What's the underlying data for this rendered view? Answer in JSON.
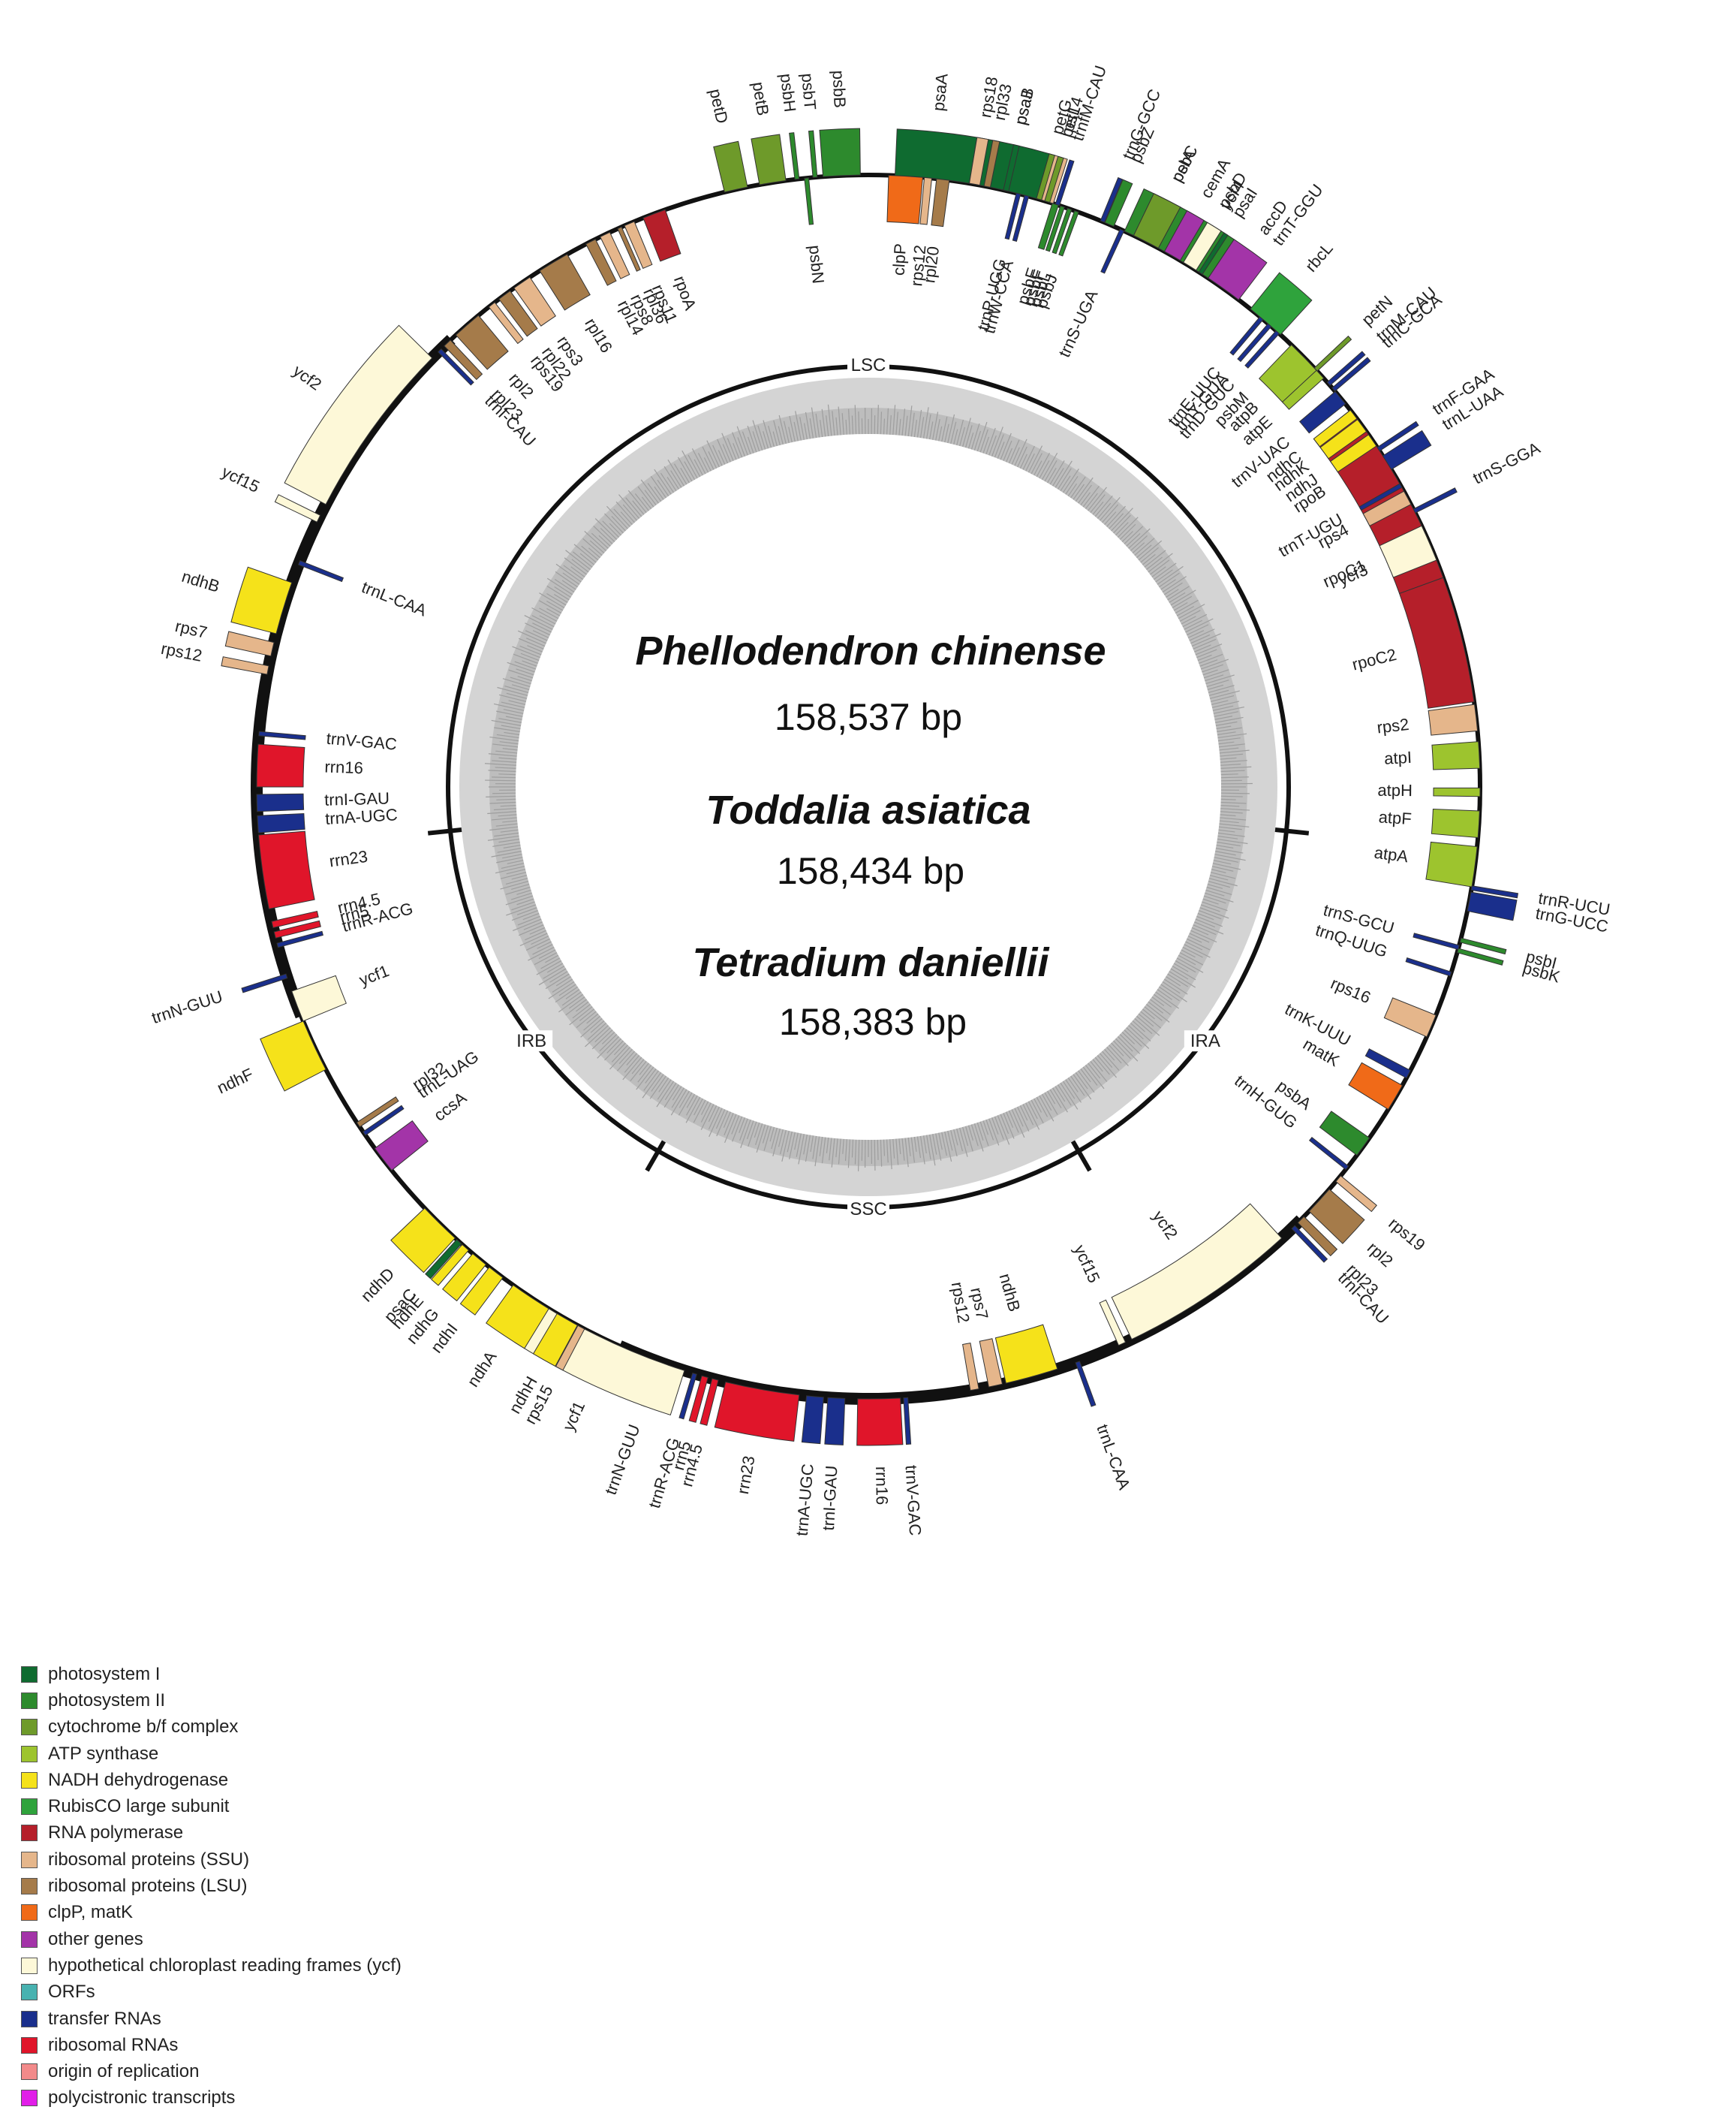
{
  "center_text": [
    {
      "species": "Phellodendron chinense",
      "size": "158,537 bp"
    },
    {
      "species": "Toddalia asiatica",
      "size": "158,434 bp"
    },
    {
      "species": "Tetradium daniellii",
      "size": "158,383 bp"
    }
  ],
  "regions": [
    "LSC",
    "IRA",
    "SSC",
    "IRB"
  ],
  "categories": {
    "ps1": {
      "name": "photosystem I",
      "color": "#0f6b30"
    },
    "ps2": {
      "name": "photosystem II",
      "color": "#2d8a2d"
    },
    "cyt": {
      "name": "cytochrome b/f complex",
      "color": "#6e9a2a"
    },
    "atp": {
      "name": "ATP synthase",
      "color": "#9dc42e"
    },
    "ndh": {
      "name": "NADH dehydrogenase",
      "color": "#f5e21a"
    },
    "rbc": {
      "name": "RubisCO large subunit",
      "color": "#2fa33c"
    },
    "rpo": {
      "name": "RNA polymerase",
      "color": "#b51f2a"
    },
    "ssu": {
      "name": "ribosomal proteins (SSU)",
      "color": "#e5b68b"
    },
    "lsu": {
      "name": "ribosomal proteins (LSU)",
      "color": "#a57b4a"
    },
    "clp": {
      "name": "clpP, matK",
      "color": "#f06a18"
    },
    "oth": {
      "name": "other genes",
      "color": "#a334a8"
    },
    "ycf": {
      "name": "hypothetical chloroplast reading frames (ycf)",
      "color": "#fdf8d8"
    },
    "orf": {
      "name": "ORFs",
      "color": "#48b2b0"
    },
    "trna": {
      "name": "transfer RNAs",
      "color": "#1a2f8c"
    },
    "rrna": {
      "name": "ribosomal RNAs",
      "color": "#e0152a"
    },
    "ori": {
      "name": "origin of replication",
      "color": "#f28a8a"
    },
    "poly": {
      "name": "polycistronic transcripts",
      "color": "#e11ee8"
    }
  },
  "legend_order": [
    "ps1",
    "ps2",
    "cyt",
    "atp",
    "ndh",
    "rbc",
    "rpo",
    "ssu",
    "lsu",
    "clp",
    "oth",
    "ycf",
    "orf",
    "trna",
    "rrna",
    "ori",
    "poly"
  ],
  "genes": [
    {
      "name": "psaA",
      "cat": "ps1",
      "a": 6.0,
      "w": 7,
      "side": "out"
    },
    {
      "name": "psaB",
      "cat": "ps1",
      "a": 13.0,
      "w": 7,
      "side": "out"
    },
    {
      "name": "rps14",
      "cat": "ssu",
      "a": 17.0,
      "w": 1.2,
      "side": "out"
    },
    {
      "name": "trnfM-CAU",
      "cat": "trna",
      "a": 18.0,
      "w": 0.4,
      "side": "out"
    },
    {
      "name": "trnG-GCC",
      "cat": "trna",
      "a": 22.5,
      "w": 0.4,
      "side": "out"
    },
    {
      "name": "psbZ",
      "cat": "ps2",
      "a": 23.2,
      "w": 0.9,
      "side": "out"
    },
    {
      "name": "trnS-UGA",
      "cat": "trna",
      "a": 24.5,
      "w": 0.4,
      "side": "in"
    },
    {
      "name": "psbC",
      "cat": "ps2",
      "a": 27.0,
      "w": 4.5,
      "side": "out"
    },
    {
      "name": "psbD",
      "cat": "ps2",
      "a": 31.5,
      "w": 4.5,
      "side": "out"
    },
    {
      "name": "trnT-GGU",
      "cat": "trna",
      "a": 37.0,
      "w": 0.4,
      "side": "out"
    },
    {
      "name": "trnE-UUC",
      "cat": "trna",
      "a": 40.0,
      "w": 0.4,
      "side": "in"
    },
    {
      "name": "trnY-GUA",
      "cat": "trna",
      "a": 41.0,
      "w": 0.4,
      "side": "in"
    },
    {
      "name": "trnD-GUC",
      "cat": "trna",
      "a": 42.0,
      "w": 0.4,
      "side": "in"
    },
    {
      "name": "psbM",
      "cat": "ps2",
      "a": 44.0,
      "w": 0.4,
      "side": "in"
    },
    {
      "name": "petN",
      "cat": "cyt",
      "a": 47.0,
      "w": 0.4,
      "side": "out"
    },
    {
      "name": "trnC-GCA",
      "cat": "trna",
      "a": 49.5,
      "w": 0.4,
      "side": "out"
    },
    {
      "name": "rpoB",
      "cat": "rpo",
      "a": 57.0,
      "w": 10,
      "side": "in"
    },
    {
      "name": "rpoC1",
      "cat": "rpo",
      "a": 66.0,
      "w": 8,
      "side": "in"
    },
    {
      "name": "rpoC2",
      "cat": "rpo",
      "a": 76.0,
      "w": 12,
      "side": "in"
    },
    {
      "name": "rps2",
      "cat": "ssu",
      "a": 83.5,
      "w": 2.5,
      "side": "in"
    },
    {
      "name": "atpI",
      "cat": "atp",
      "a": 87.0,
      "w": 2.5,
      "side": "in"
    },
    {
      "name": "atpH",
      "cat": "atp",
      "a": 90.5,
      "w": 0.8,
      "side": "in"
    },
    {
      "name": "atpF",
      "cat": "atp",
      "a": 93.5,
      "w": 2.5,
      "side": "in"
    },
    {
      "name": "atpA",
      "cat": "atp",
      "a": 97.5,
      "w": 3.8,
      "side": "in"
    },
    {
      "name": "trnR-UCU",
      "cat": "trna",
      "a": 99.5,
      "w": 0.4,
      "side": "out"
    },
    {
      "name": "trnG-UCC",
      "cat": "trna",
      "a": 100.8,
      "w": 1.8,
      "side": "out"
    },
    {
      "name": "psbI",
      "cat": "ps2",
      "a": 104.5,
      "w": 0.4,
      "side": "out"
    },
    {
      "name": "psbK",
      "cat": "ps2",
      "a": 105.5,
      "w": 0.4,
      "side": "out"
    },
    {
      "name": "trnS-GCU",
      "cat": "trna",
      "a": 105.2,
      "w": 0.4,
      "side": "in"
    },
    {
      "name": "trnQ-UUG",
      "cat": "trna",
      "a": 107.8,
      "w": 0.4,
      "side": "in"
    },
    {
      "name": "rps16",
      "cat": "ssu",
      "a": 113.0,
      "w": 2.2,
      "side": "in"
    },
    {
      "name": "trnK-UUU",
      "cat": "trna",
      "a": 118.0,
      "w": 0.8,
      "side": "in"
    },
    {
      "name": "matK",
      "cat": "clp",
      "a": 120.5,
      "w": 2.6,
      "side": "in"
    },
    {
      "name": "psbA",
      "cat": "ps2",
      "a": 126.0,
      "w": 2.0,
      "side": "in"
    },
    {
      "name": "trnH-GUG",
      "cat": "trna",
      "a": 128.5,
      "w": 0.4,
      "side": "in"
    },
    {
      "name": "rps19",
      "cat": "ssu",
      "a": 129.8,
      "w": 0.7,
      "side": "out"
    },
    {
      "name": "rpl2",
      "cat": "lsu",
      "a": 132.5,
      "w": 2.8,
      "side": "out"
    },
    {
      "name": "rpl23",
      "cat": "lsu",
      "a": 135.0,
      "w": 0.8,
      "side": "out"
    },
    {
      "name": "trnI-CAU",
      "cat": "trna",
      "a": 136.0,
      "w": 0.4,
      "side": "out"
    },
    {
      "name": "ycf2",
      "cat": "ycf",
      "a": 146.0,
      "w": 17,
      "side": "in"
    },
    {
      "name": "ycf15",
      "cat": "ycf",
      "a": 155.5,
      "w": 0.7,
      "side": "in"
    },
    {
      "name": "trnL-CAA",
      "cat": "trna",
      "a": 160.0,
      "w": 0.4,
      "side": "out"
    },
    {
      "name": "ndhB",
      "cat": "ndh",
      "a": 164.5,
      "w": 5,
      "side": "in"
    },
    {
      "name": "rps7",
      "cat": "ssu",
      "a": 168.0,
      "w": 1.3,
      "side": "in"
    },
    {
      "name": "rps12",
      "cat": "ssu",
      "a": 170.0,
      "w": 0.8,
      "side": "in"
    },
    {
      "name": "trnV-GAC",
      "cat": "trna",
      "a": 176.5,
      "w": 0.4,
      "side": "out"
    },
    {
      "name": "rrn16",
      "cat": "rrna",
      "a": 179.0,
      "w": 4,
      "side": "out"
    },
    {
      "name": "trnI-GAU",
      "cat": "trna",
      "a": 183.0,
      "w": 1.6,
      "side": "out"
    },
    {
      "name": "trnA-UGC",
      "cat": "trna",
      "a": 185.0,
      "w": 1.6,
      "side": "out"
    },
    {
      "name": "rrn23",
      "cat": "rrna",
      "a": 190.0,
      "w": 7,
      "side": "out"
    },
    {
      "name": "rrn4.5",
      "cat": "rrna",
      "a": 194.5,
      "w": 0.6,
      "side": "out"
    },
    {
      "name": "rrn5",
      "cat": "rrna",
      "a": 195.5,
      "w": 0.6,
      "side": "out"
    },
    {
      "name": "trnR-ACG",
      "cat": "trna",
      "a": 196.5,
      "w": 0.4,
      "side": "out"
    },
    {
      "name": "trnN-GUU",
      "cat": "trna",
      "a": 200.0,
      "w": 0.4,
      "side": "out"
    },
    {
      "name": "ycf1",
      "cat": "ycf",
      "a": 205.0,
      "w": 15,
      "side": "out"
    },
    {
      "name": "rps15",
      "cat": "ssu",
      "a": 208.0,
      "w": 0.7,
      "side": "out"
    },
    {
      "name": "ndhH",
      "cat": "ndh",
      "a": 209.5,
      "w": 2.2,
      "side": "out"
    },
    {
      "name": "ndhA",
      "cat": "ndh",
      "a": 213.5,
      "w": 4,
      "side": "out"
    },
    {
      "name": "ndhI",
      "cat": "ndh",
      "a": 217.5,
      "w": 1.6,
      "side": "out"
    },
    {
      "name": "ndhG",
      "cat": "ndh",
      "a": 219.5,
      "w": 1.6,
      "side": "out"
    },
    {
      "name": "ndhE",
      "cat": "ndh",
      "a": 221.2,
      "w": 0.8,
      "side": "out"
    },
    {
      "name": "psaC",
      "cat": "ps1",
      "a": 222.0,
      "w": 0.6,
      "side": "out"
    },
    {
      "name": "ndhD",
      "cat": "ndh",
      "a": 224.5,
      "w": 4,
      "side": "out"
    },
    {
      "name": "ccsA",
      "cat": "oth",
      "a": 232.5,
      "w": 2.6,
      "side": "in"
    },
    {
      "name": "trnL-UAG",
      "cat": "trna",
      "a": 235.5,
      "w": 0.4,
      "side": "in"
    },
    {
      "name": "rpl32",
      "cat": "lsu",
      "a": 236.5,
      "w": 0.5,
      "side": "in"
    },
    {
      "name": "ndhF",
      "cat": "ndh",
      "a": 245.0,
      "w": 5,
      "side": "out"
    },
    {
      "name": "ycf1",
      "cat": "ycf",
      "a": 249.0,
      "w": 3,
      "side": "in"
    },
    {
      "name": "trnN-GUU",
      "cat": "trna",
      "a": 252.0,
      "w": 0.4,
      "side": "out"
    },
    {
      "name": "trnR-ACG",
      "cat": "trna",
      "a": 255.0,
      "w": 0.4,
      "side": "in"
    },
    {
      "name": "rrn5",
      "cat": "rrna",
      "a": 256.0,
      "w": 0.6,
      "side": "in"
    },
    {
      "name": "rrn4.5",
      "cat": "rrna",
      "a": 257.0,
      "w": 0.6,
      "side": "in"
    },
    {
      "name": "rrn23",
      "cat": "rrna",
      "a": 262.0,
      "w": 7,
      "side": "in"
    },
    {
      "name": "trnA-UGC",
      "cat": "trna",
      "a": 266.5,
      "w": 1.6,
      "side": "in"
    },
    {
      "name": "trnI-GAU",
      "cat": "trna",
      "a": 268.5,
      "w": 1.6,
      "side": "in"
    },
    {
      "name": "rrn16",
      "cat": "rrna",
      "a": 272.0,
      "w": 4,
      "side": "in"
    },
    {
      "name": "trnV-GAC",
      "cat": "trna",
      "a": 275.0,
      "w": 0.4,
      "side": "in"
    },
    {
      "name": "rps12",
      "cat": "ssu",
      "a": 281.0,
      "w": 0.8,
      "side": "out"
    },
    {
      "name": "rps7",
      "cat": "ssu",
      "a": 283.0,
      "w": 1.3,
      "side": "out"
    },
    {
      "name": "ndhB",
      "cat": "ndh",
      "a": 287.0,
      "w": 5,
      "side": "out"
    },
    {
      "name": "trnL-CAA",
      "cat": "trna",
      "a": 291.5,
      "w": 0.4,
      "side": "in"
    },
    {
      "name": "ycf15",
      "cat": "ycf",
      "a": 296.0,
      "w": 0.7,
      "side": "out"
    },
    {
      "name": "ycf2",
      "cat": "ycf",
      "a": 306.0,
      "w": 17,
      "side": "out"
    },
    {
      "name": "trnI-CAU",
      "cat": "trna",
      "a": 315.5,
      "w": 0.4,
      "side": "in"
    },
    {
      "name": "rpl23",
      "cat": "lsu",
      "a": 316.5,
      "w": 0.8,
      "side": "in"
    },
    {
      "name": "rpl2",
      "cat": "lsu",
      "a": 319.0,
      "w": 2.8,
      "side": "in"
    },
    {
      "name": "rps19",
      "cat": "ssu",
      "a": 322.0,
      "w": 0.7,
      "side": "in"
    },
    {
      "name": "rpl22",
      "cat": "lsu",
      "a": 323.5,
      "w": 1.3,
      "side": "in"
    },
    {
      "name": "rps3",
      "cat": "ssu",
      "a": 325.5,
      "w": 1.8,
      "side": "in"
    },
    {
      "name": "rpl16",
      "cat": "lsu",
      "a": 329.0,
      "w": 3,
      "side": "in"
    },
    {
      "name": "rpl14",
      "cat": "lsu",
      "a": 333.0,
      "w": 1.0,
      "side": "in"
    },
    {
      "name": "rps8",
      "cat": "ssu",
      "a": 334.5,
      "w": 1.0,
      "side": "in"
    },
    {
      "name": "rpl36",
      "cat": "lsu",
      "a": 336.0,
      "w": 0.4,
      "side": "in"
    },
    {
      "name": "rps11",
      "cat": "ssu",
      "a": 337.0,
      "w": 1.0,
      "side": "in"
    },
    {
      "name": "rpoA",
      "cat": "rpo",
      "a": 339.5,
      "w": 2.2,
      "side": "in"
    },
    {
      "name": "petD",
      "cat": "cyt",
      "a": 347.5,
      "w": 2.2,
      "side": "out"
    },
    {
      "name": "petB",
      "cat": "cyt",
      "a": 351.0,
      "w": 2.5,
      "side": "out"
    },
    {
      "name": "psbH",
      "cat": "ps2",
      "a": 353.3,
      "w": 0.4,
      "side": "out"
    },
    {
      "name": "psbN",
      "cat": "ps2",
      "a": 354.2,
      "w": 0.4,
      "side": "in"
    },
    {
      "name": "psbT",
      "cat": "ps2",
      "a": 355.0,
      "w": 0.4,
      "side": "out"
    },
    {
      "name": "psbB",
      "cat": "ps2",
      "a": 357.5,
      "w": 3.5,
      "side": "out"
    },
    {
      "name": "clpP",
      "cat": "clp",
      "a": 3.5,
      "w": 3.2,
      "side": "in"
    },
    {
      "name": "rps12",
      "cat": "ssu",
      "a": 5.6,
      "w": 0.7,
      "side": "in"
    },
    {
      "name": "rpl20",
      "cat": "lsu",
      "a": 7.0,
      "w": 1.2,
      "side": "in"
    },
    {
      "name": "rps18",
      "cat": "ssu",
      "a": 10.0,
      "w": 1.0,
      "side": "out"
    },
    {
      "name": "rpl33",
      "cat": "lsu",
      "a": 11.2,
      "w": 0.6,
      "side": "out"
    },
    {
      "name": "psaJ",
      "cat": "ps1",
      "a": 13.0,
      "w": 0.5,
      "side": "out"
    },
    {
      "name": "trnP-UGG",
      "cat": "trna",
      "a": 14.2,
      "w": 0.4,
      "side": "in"
    },
    {
      "name": "trnW-CCA",
      "cat": "trna",
      "a": 15.0,
      "w": 0.4,
      "side": "in"
    },
    {
      "name": "petG",
      "cat": "cyt",
      "a": 16.2,
      "w": 0.5,
      "side": "out"
    },
    {
      "name": "petL",
      "cat": "cyt",
      "a": 17.0,
      "w": 0.5,
      "side": "out"
    },
    {
      "name": "psbE",
      "cat": "ps2",
      "a": 17.8,
      "w": 0.6,
      "side": "in"
    },
    {
      "name": "psbF",
      "cat": "ps2",
      "a": 18.5,
      "w": 0.4,
      "side": "in"
    },
    {
      "name": "psbL",
      "cat": "ps2",
      "a": 19.2,
      "w": 0.4,
      "side": "in"
    },
    {
      "name": "psbJ",
      "cat": "ps2",
      "a": 19.9,
      "w": 0.4,
      "side": "in"
    },
    {
      "name": "petA",
      "cat": "cyt",
      "a": 27.0,
      "w": 2.6,
      "side": "out"
    },
    {
      "name": "cemA",
      "cat": "oth",
      "a": 29.8,
      "w": 1.7,
      "side": "out"
    },
    {
      "name": "ycf4",
      "cat": "ycf",
      "a": 31.7,
      "w": 1.4,
      "side": "out"
    },
    {
      "name": "psaI",
      "cat": "ps1",
      "a": 32.9,
      "w": 0.4,
      "side": "out"
    },
    {
      "name": "accD",
      "cat": "oth",
      "a": 35.5,
      "w": 3.5,
      "side": "out"
    },
    {
      "name": "rbcL",
      "cat": "rbc",
      "a": 40.5,
      "w": 3.7,
      "side": "out"
    },
    {
      "name": "atpB",
      "cat": "atp",
      "a": 45.5,
      "w": 3.5,
      "side": "in"
    },
    {
      "name": "atpE",
      "cat": "atp",
      "a": 47.6,
      "w": 1.0,
      "side": "in"
    },
    {
      "name": "trnM-CAU",
      "cat": "trna",
      "a": 48.8,
      "w": 0.4,
      "side": "out"
    },
    {
      "name": "trnV-UAC",
      "cat": "trna",
      "a": 50.5,
      "w": 1.5,
      "side": "in"
    },
    {
      "name": "ndhC",
      "cat": "ndh",
      "a": 52.5,
      "w": 1.0,
      "side": "in"
    },
    {
      "name": "ndhK",
      "cat": "ndh",
      "a": 53.8,
      "w": 1.4,
      "side": "in"
    },
    {
      "name": "ndhJ",
      "cat": "ndh",
      "a": 55.5,
      "w": 1.3,
      "side": "in"
    },
    {
      "name": "trnF-GAA",
      "cat": "trna",
      "a": 56.5,
      "w": 0.4,
      "side": "out"
    },
    {
      "name": "trnL-UAA",
      "cat": "trna",
      "a": 58.0,
      "w": 1.5,
      "side": "out"
    },
    {
      "name": "trnT-UGU",
      "cat": "trna",
      "a": 60.5,
      "w": 0.4,
      "side": "in"
    },
    {
      "name": "rps4",
      "cat": "ssu",
      "a": 61.8,
      "w": 1.4,
      "side": "in"
    },
    {
      "name": "trnS-GGA",
      "cat": "trna",
      "a": 63.2,
      "w": 0.4,
      "side": "out"
    },
    {
      "name": "ycf3",
      "cat": "ycf",
      "a": 66.5,
      "w": 3.5,
      "side": "in"
    }
  ]
}
